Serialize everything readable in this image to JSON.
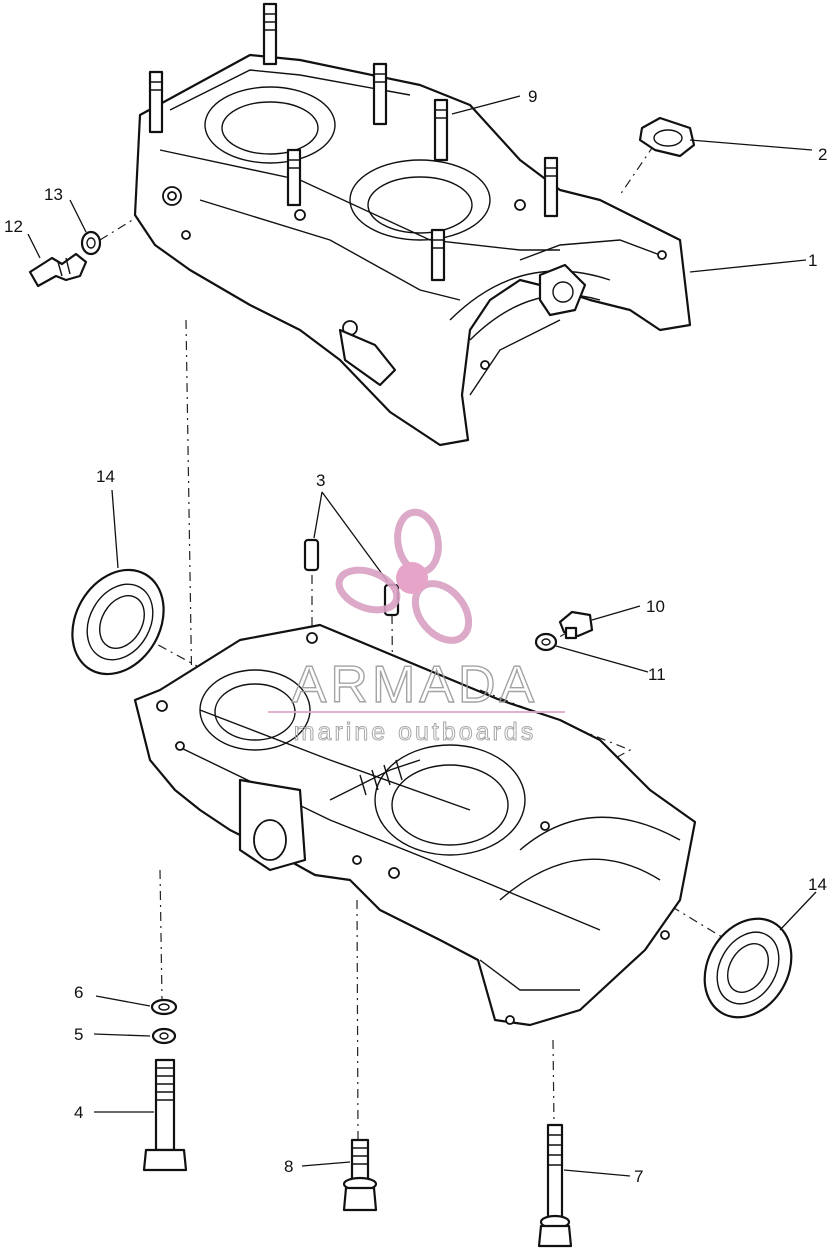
{
  "callouts": [
    {
      "id": "12",
      "label": "12"
    },
    {
      "id": "13",
      "label": "13"
    },
    {
      "id": "9",
      "label": "9"
    },
    {
      "id": "2",
      "label": "2"
    },
    {
      "id": "1",
      "label": "1"
    },
    {
      "id": "14a",
      "label": "14"
    },
    {
      "id": "3",
      "label": "3"
    },
    {
      "id": "10",
      "label": "10"
    },
    {
      "id": "11",
      "label": "11"
    },
    {
      "id": "14b",
      "label": "14"
    },
    {
      "id": "6",
      "label": "6"
    },
    {
      "id": "5",
      "label": "5"
    },
    {
      "id": "4",
      "label": "4"
    },
    {
      "id": "8",
      "label": "8"
    },
    {
      "id": "7",
      "label": "7"
    }
  ],
  "watermark": {
    "brand": "ARMADA",
    "tagline": "marine outboards",
    "accent_color": "#e49bc4"
  },
  "colors": {
    "line": "#111111",
    "background": "#ffffff"
  }
}
